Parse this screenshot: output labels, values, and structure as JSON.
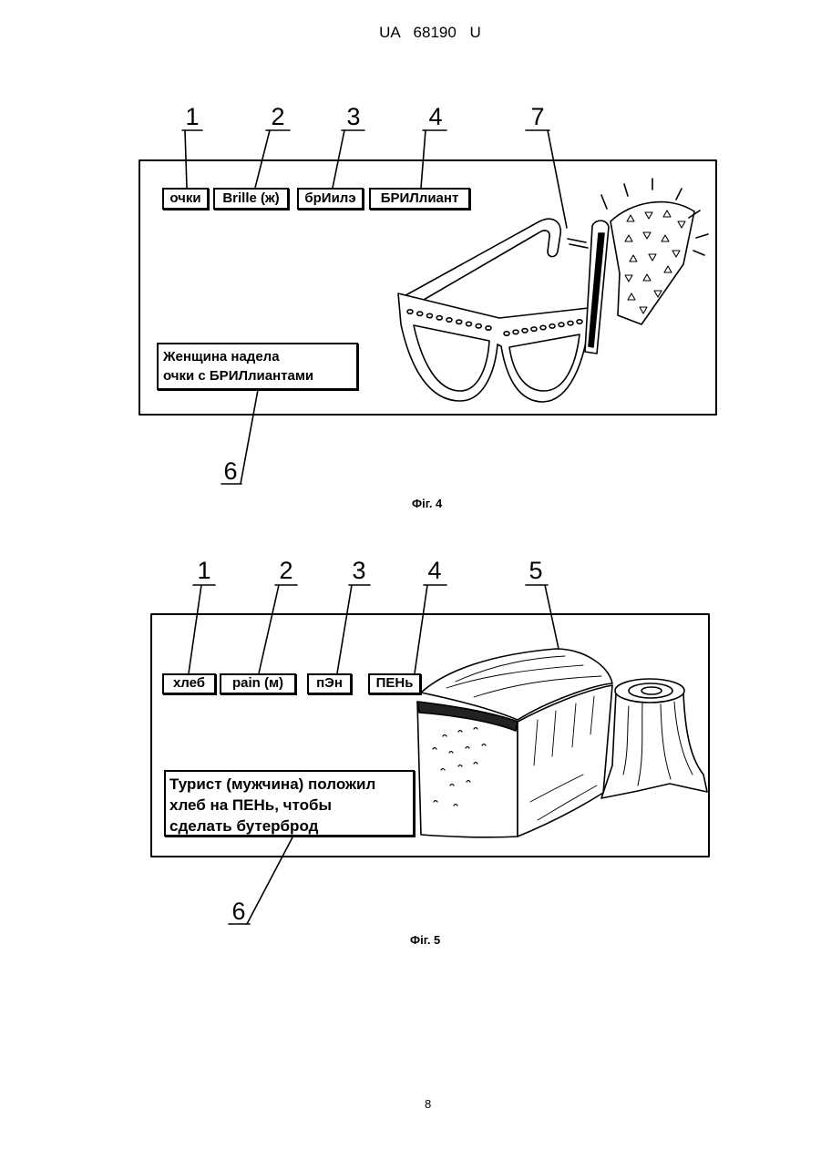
{
  "header": {
    "doc_id": "UA 68190 U"
  },
  "fig4": {
    "labels": [
      "1",
      "2",
      "3",
      "4",
      "7"
    ],
    "words": [
      "очки",
      "Brille (ж)",
      "брИилэ",
      "БРИЛлиант"
    ],
    "sentence_label": "6",
    "sentence": [
      "Женщина надела",
      "очки с БРИЛлиантами"
    ],
    "caption": "Фіг. 4"
  },
  "fig5": {
    "labels": [
      "1",
      "2",
      "3",
      "4",
      "5"
    ],
    "words": [
      "хлеб",
      "pain (м)",
      "пЭн",
      "ПЕНь"
    ],
    "sentence_label": "6",
    "sentence": [
      "Турист (мужчина) положил",
      "хлеб на ПЕНь, чтобы",
      "сделать бутерброд"
    ],
    "caption": "Фіг. 5"
  },
  "page_number": "8"
}
